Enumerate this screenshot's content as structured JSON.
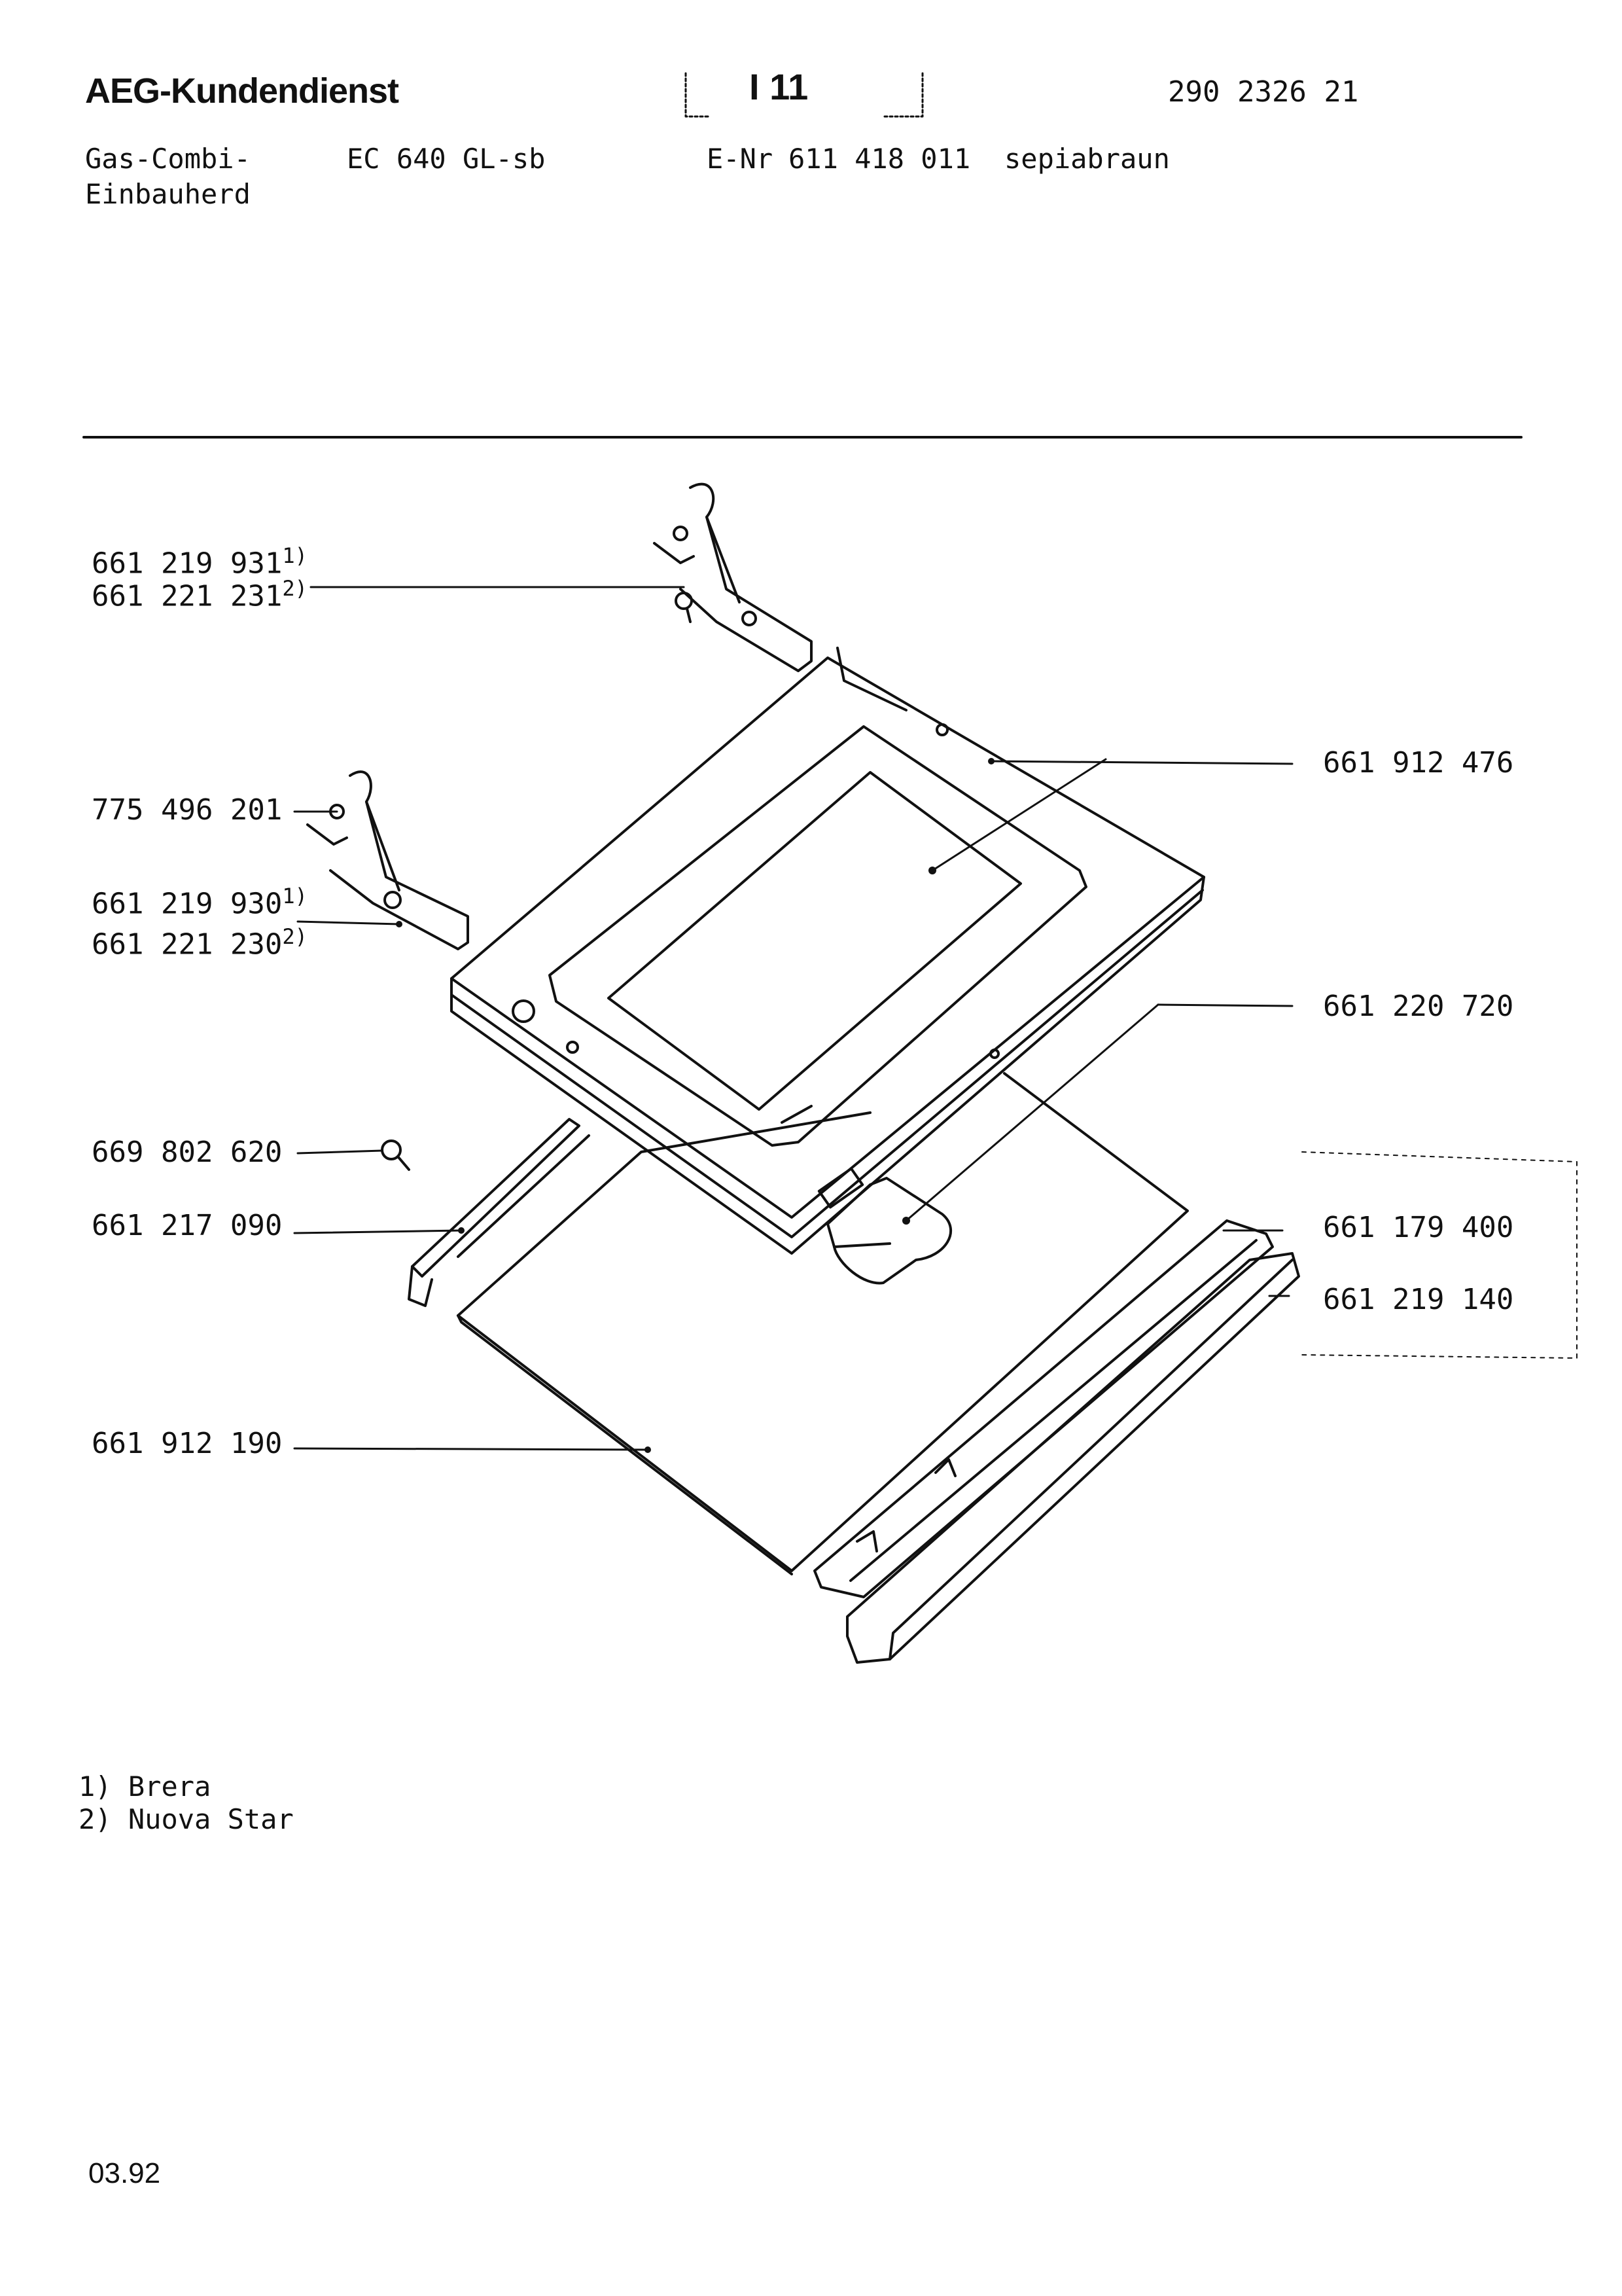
{
  "header": {
    "brand": "AEG-Kundendienst",
    "section": "I 11",
    "doc_number": "290 2326 21",
    "product_type_line1": "Gas-Combi-",
    "product_type_line2": "Einbauherd",
    "model": "EC 640 GL-sb",
    "enr_label": "E-Nr",
    "enr_number": "611 418 011",
    "color": "sepiabraun"
  },
  "parts": [
    {
      "id": "p1",
      "number": "661 219 931",
      "note": "1)"
    },
    {
      "id": "p2",
      "number": "661 221 231",
      "note": "2)"
    },
    {
      "id": "p3",
      "number": "775 496 201",
      "note": ""
    },
    {
      "id": "p4",
      "number": "661 219 930",
      "note": "1)"
    },
    {
      "id": "p5",
      "number": "661 221 230",
      "note": "2)"
    },
    {
      "id": "p6",
      "number": "669 802 620",
      "note": ""
    },
    {
      "id": "p7",
      "number": "661 217 090",
      "note": ""
    },
    {
      "id": "p8",
      "number": "661 912 190",
      "note": ""
    },
    {
      "id": "p9",
      "number": "661 912 476",
      "note": ""
    },
    {
      "id": "p10",
      "number": "661 220 720",
      "note": ""
    },
    {
      "id": "p11",
      "number": "661 179 400",
      "note": ""
    },
    {
      "id": "p12",
      "number": "661 219 140",
      "note": ""
    }
  ],
  "footnotes": [
    {
      "marker": "1)",
      "text": "Brera"
    },
    {
      "marker": "2)",
      "text": "Nuova Star"
    }
  ],
  "date": "03.92",
  "colors": {
    "ink": "#111111",
    "paper": "#ffffff"
  }
}
